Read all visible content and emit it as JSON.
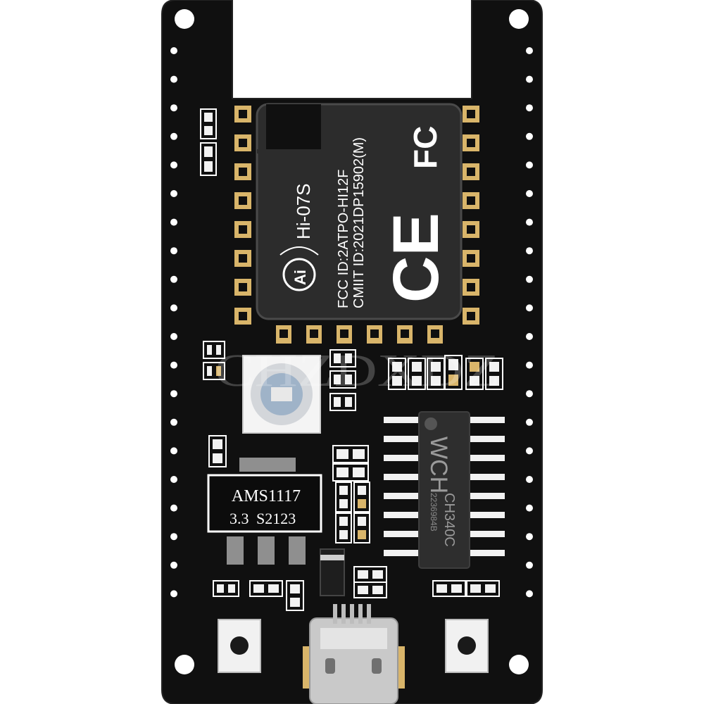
{
  "colors": {
    "pcb": "#101010",
    "pcb_edge": "#1a1a1a",
    "hole": "#ffffff",
    "pad_gold": "#d9b56a",
    "pad_white": "#f2f2f2",
    "module_shield": "#2c2c2c",
    "module_shield_edge": "#4a4a4a",
    "silk": "#ffffff",
    "usb_metal": "#c9c9c9",
    "watermark": "rgba(255,255,255,0.22)"
  },
  "module": {
    "model": "Hi-07S",
    "fcc_line": "FCC ID:2ATPO-HI12F",
    "cmiit_line": "CMIIT ID:2021DP15902(M)",
    "logo_text": "Ai",
    "fcc_mark": "FC",
    "ce_mark": "CE"
  },
  "regulator": {
    "line1": "AMS1117",
    "line2_left": "3.3",
    "line2_right": "S2123"
  },
  "usb_chip": {
    "brand": "WCH",
    "part": "CH340C",
    "lot": "2236984B"
  },
  "watermark": {
    "text": "CHZDXDZ"
  },
  "icons": {
    "antenna_connector": "ufl-connector-icon",
    "rgb_led": "rgb-led-icon",
    "reset_button": "tactile-button-icon",
    "boot_button": "tactile-button-icon",
    "usb_port": "micro-usb-icon"
  }
}
